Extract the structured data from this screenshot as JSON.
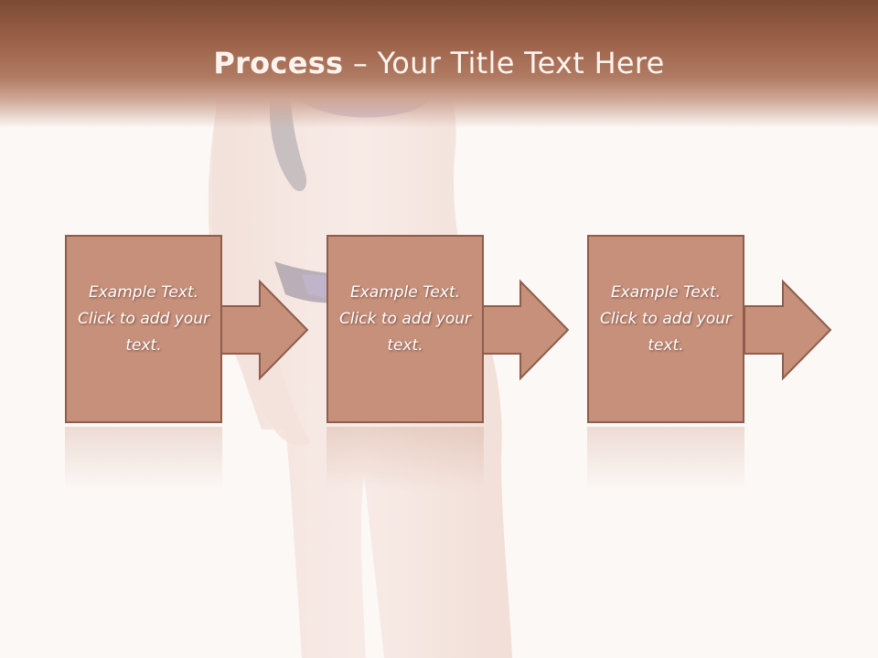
{
  "title": {
    "bold": "Process",
    "rest": " – Your Title Text Here"
  },
  "steps": [
    {
      "text": "Example Text. Click  to add your text."
    },
    {
      "text": "Example Text. Click  to add your text."
    },
    {
      "text": "Example Text. Click  to add your text."
    }
  ],
  "colors": {
    "header": "#9a6047",
    "box_fill": "#c6907b",
    "box_border": "#8e5d4b",
    "background": "#fcf8f6"
  }
}
